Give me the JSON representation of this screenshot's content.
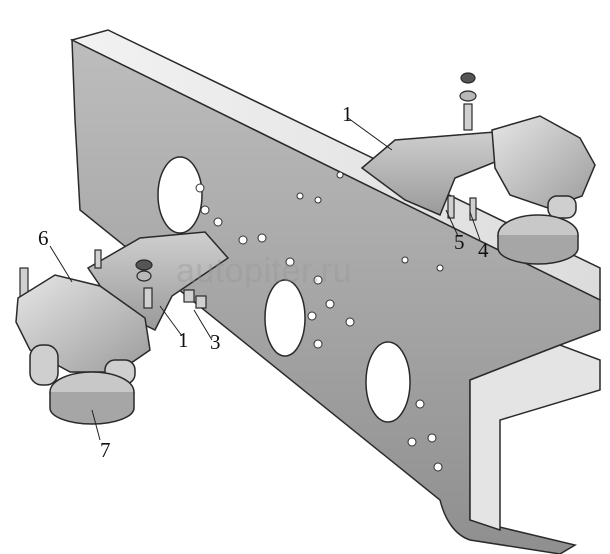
{
  "callouts": {
    "c1_top": "1",
    "c1_bottom": "1",
    "c3": "3",
    "c4": "4",
    "c5": "5",
    "c6": "6",
    "c7": "7"
  },
  "watermark": "autopiter.ru",
  "colors": {
    "steel_light": "#d9d9d9",
    "steel_mid": "#b0b0b0",
    "steel_dark": "#6e6e6e",
    "outline": "#2a2a2a"
  }
}
